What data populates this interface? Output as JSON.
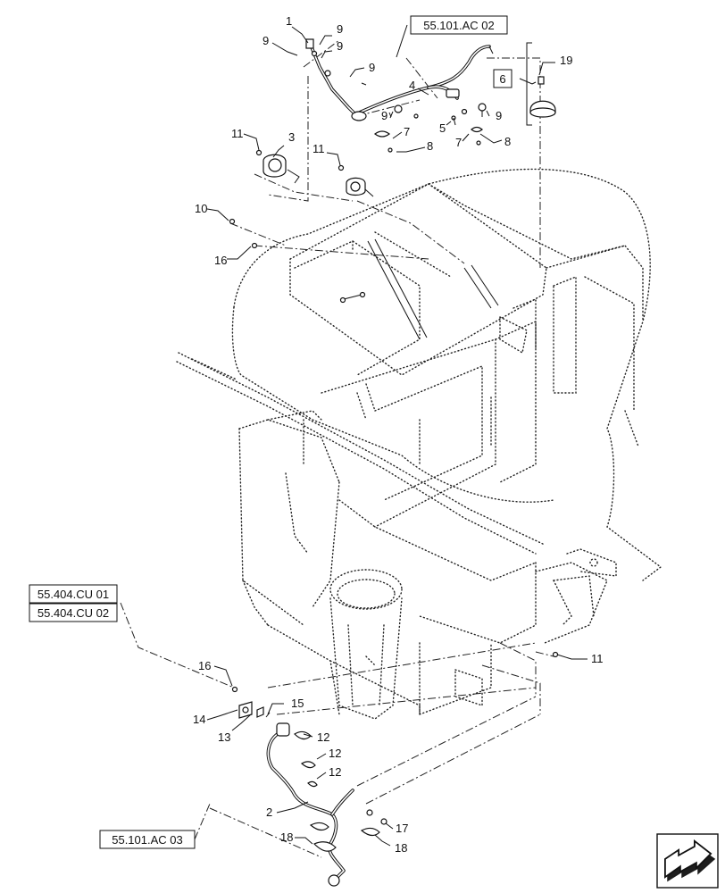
{
  "references": {
    "top_harness": "55.101.AC 02",
    "left_upper": "55.404.CU 01",
    "left_lower": "55.404.CU 02",
    "bottom_harness": "55.101.AC 03",
    "boxed_item": "6"
  },
  "callouts": {
    "c1": "1",
    "c2": "2",
    "c3": "3",
    "c4": "4",
    "c5": "5",
    "c7a": "7",
    "c7b": "7",
    "c8a": "8",
    "c8b": "8",
    "c9a": "9",
    "c9b": "9",
    "c9c": "9",
    "c9d": "9",
    "c9e": "9",
    "c9f": "9",
    "c10": "10",
    "c11a": "11",
    "c11b": "11",
    "c11c": "11",
    "c12a": "12",
    "c12b": "12",
    "c12c": "12",
    "c13": "13",
    "c14": "14",
    "c15": "15",
    "c16a": "16",
    "c16b": "16",
    "c17": "17",
    "c18a": "18",
    "c18b": "18",
    "c19": "19"
  },
  "icons": {
    "nav": "next-page-arrow-icon"
  }
}
